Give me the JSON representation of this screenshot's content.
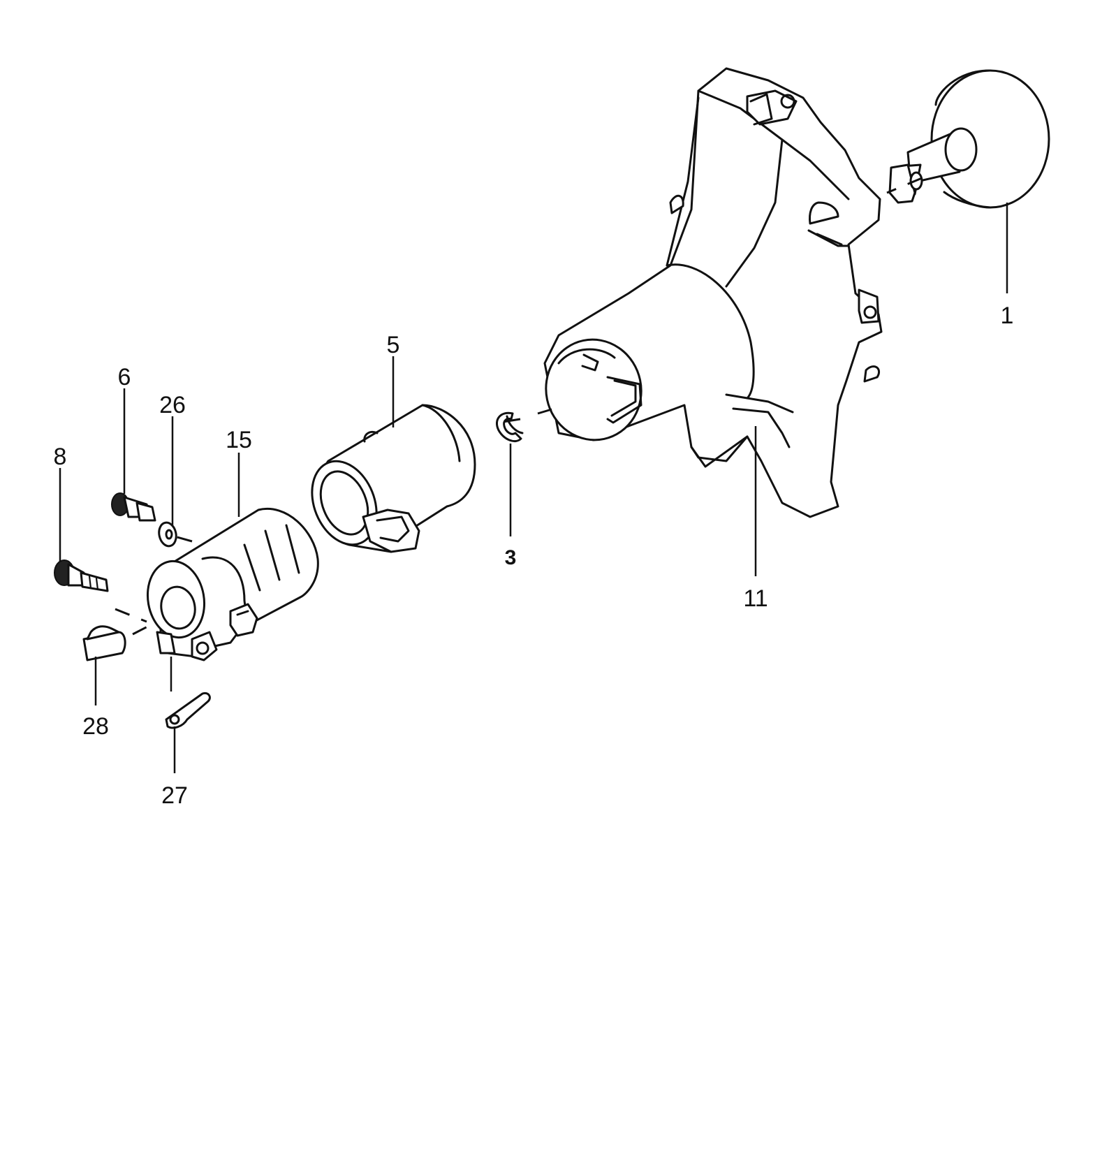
{
  "diagram": {
    "callouts": [
      {
        "id": "c1",
        "text": "1"
      },
      {
        "id": "c3",
        "text": "3"
      },
      {
        "id": "c5",
        "text": "5"
      },
      {
        "id": "c6",
        "text": "6"
      },
      {
        "id": "c8",
        "text": "8"
      },
      {
        "id": "c11",
        "text": "11"
      },
      {
        "id": "c15",
        "text": "15"
      },
      {
        "id": "c26",
        "text": "26"
      },
      {
        "id": "c27",
        "text": "27"
      },
      {
        "id": "c28",
        "text": "28"
      }
    ]
  }
}
